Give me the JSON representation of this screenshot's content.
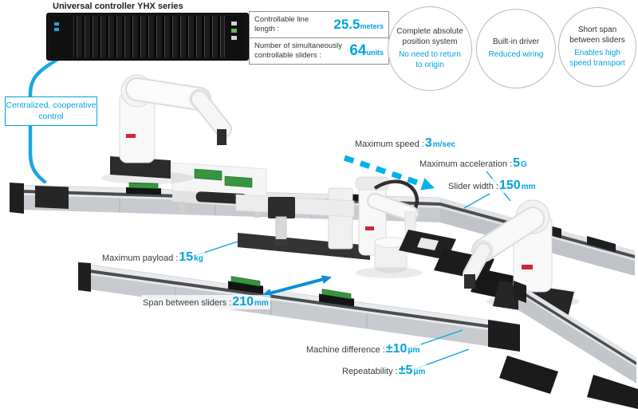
{
  "colors": {
    "accent": "#00a3dd",
    "label_text": "#3a3a3a",
    "arrow_blue": "#0b8fd8",
    "arrow_cyan": "#00b2e8"
  },
  "header": {
    "controller_label": "Universal controller YHX series"
  },
  "spec_box": {
    "rows": [
      {
        "label": "Controllable line length :",
        "value": "25.5",
        "unit": "meters"
      },
      {
        "label": "Number of simultaneously controllable sliders :",
        "value": "64",
        "unit": "units"
      }
    ]
  },
  "badges": [
    {
      "title": "Complete absolute position system",
      "subtitle": "No need to return to origin"
    },
    {
      "title": "Built-in driver",
      "subtitle": "Reduced wiring"
    },
    {
      "title": "Short span between sliders",
      "subtitle": "Enables high speed transport"
    }
  ],
  "control_box": {
    "label": "Centralized, cooperative control"
  },
  "annotations": {
    "max_speed": {
      "label": "Maximum speed :",
      "value": "3",
      "unit": "m/sec"
    },
    "max_acceleration": {
      "label": "Maximum acceleration :",
      "value": "5",
      "unit": "G"
    },
    "slider_width": {
      "label": "Slider width :",
      "value": "150",
      "unit": "mm"
    },
    "max_payload": {
      "label": "Maximum payload :",
      "value": "15",
      "unit": "kg"
    },
    "span_between_sliders": {
      "label": "Span between sliders :",
      "value": "210",
      "unit": "mm"
    },
    "machine_difference": {
      "label": "Machine difference :",
      "value": "±10",
      "unit": "μm"
    },
    "repeatability": {
      "label": "Repeatability :",
      "value": "±5",
      "unit": "μm"
    }
  }
}
